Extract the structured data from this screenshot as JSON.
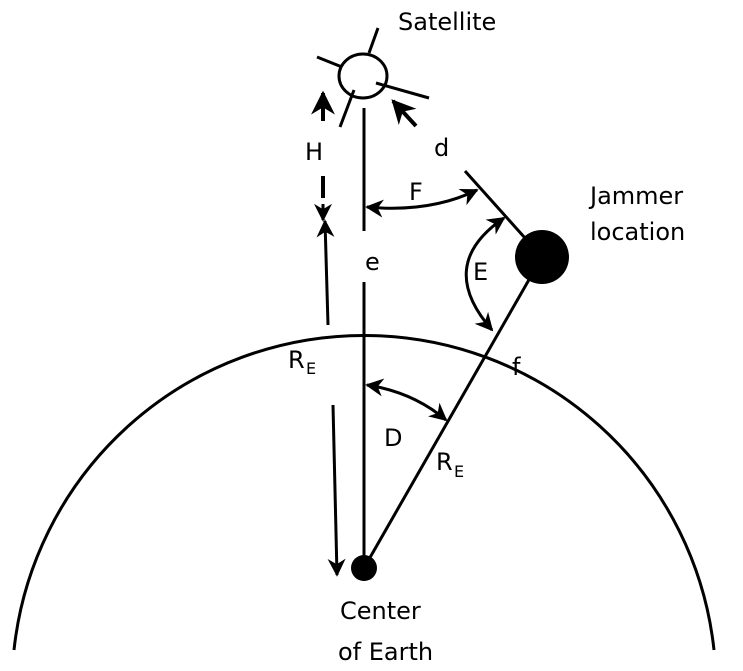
{
  "labels": {
    "satellite": "Satellite",
    "height": "H",
    "d": "d",
    "angle_f": "F",
    "e": "e",
    "angle_e": "E",
    "jammer_line1": "Jammer",
    "jammer_line2": "location",
    "radius_left": "R",
    "radius_left_sub": "E",
    "f": "f",
    "angle_d": "D",
    "radius_right": "R",
    "radius_right_sub": "E",
    "center_line1": "Center",
    "center_line2": "of Earth"
  },
  "colors": {
    "stroke": "#000000",
    "background": "#ffffff"
  }
}
